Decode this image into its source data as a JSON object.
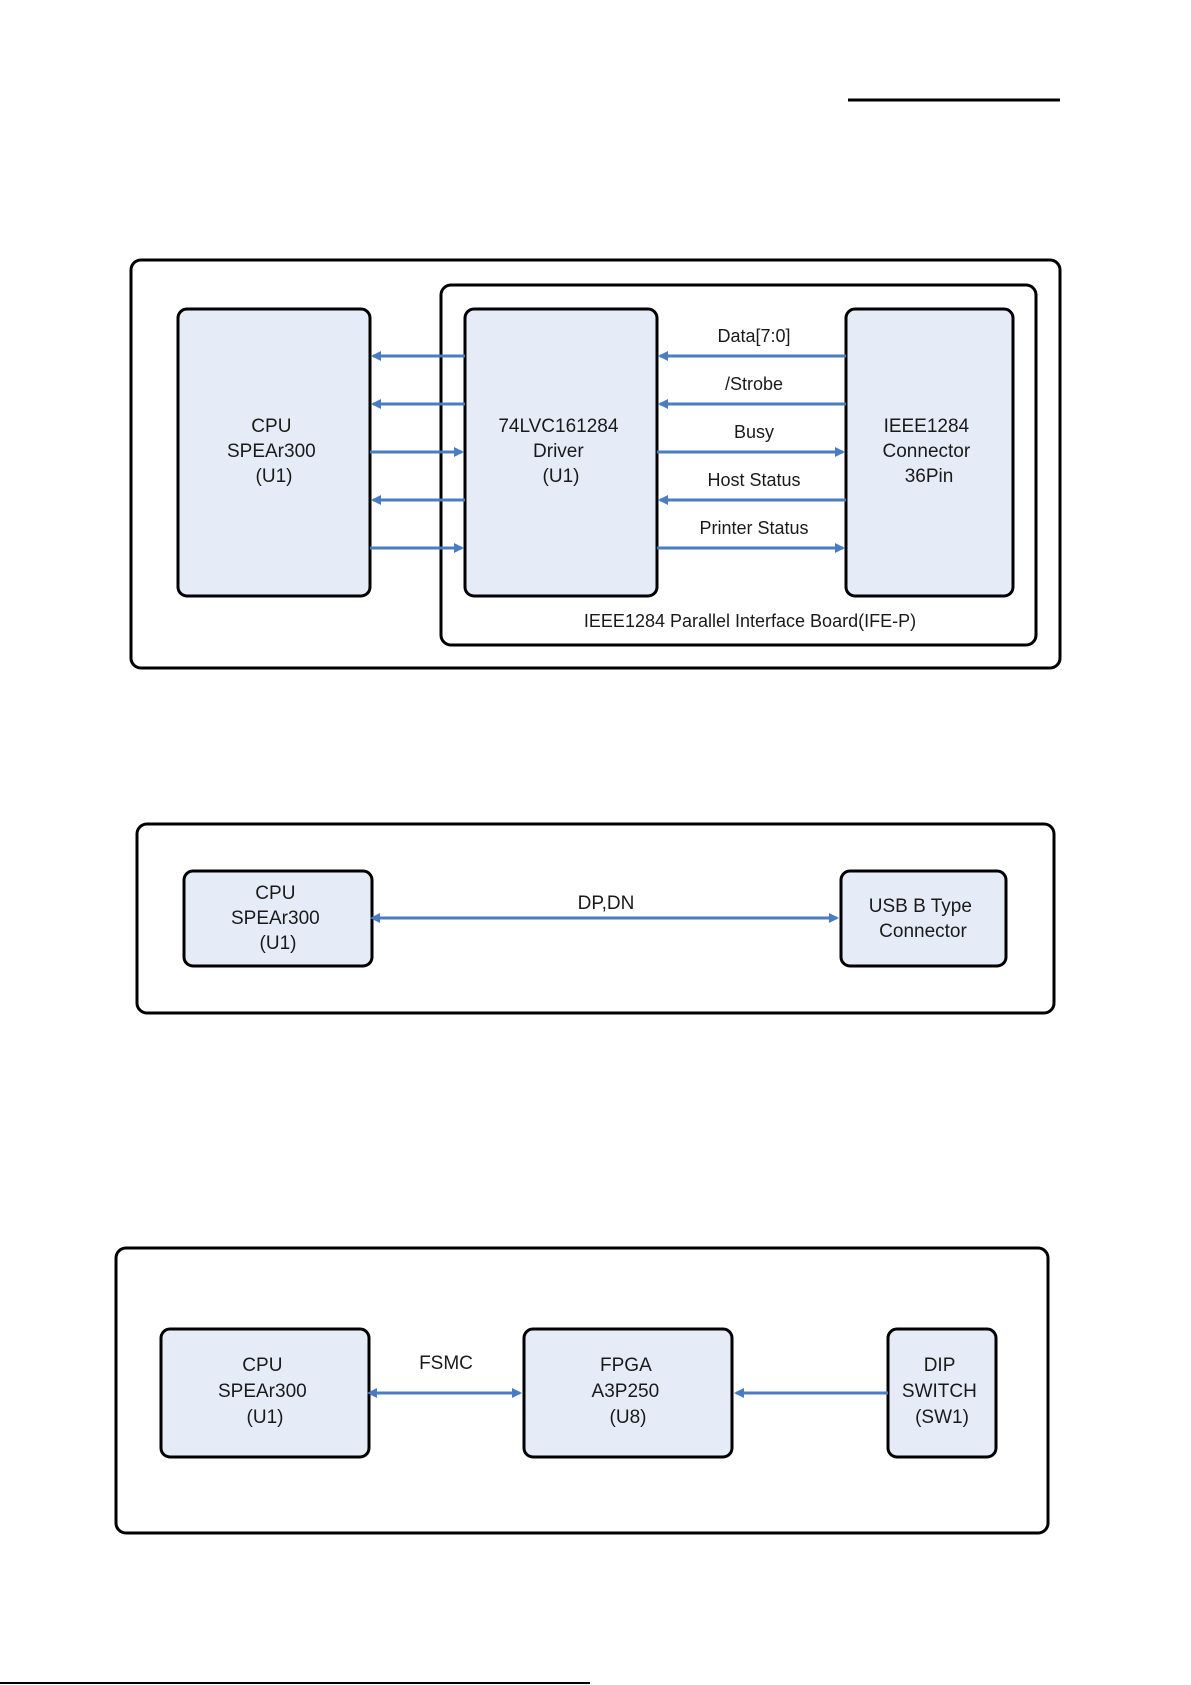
{
  "diagrams": {
    "parallel": {
      "cpu": [
        "CPU",
        "SPEAr300",
        "(U1)"
      ],
      "driver": [
        "74LVC161284",
        "Driver",
        "(U1)"
      ],
      "connector": [
        "IEEE1284",
        "Connector",
        "36Pin"
      ],
      "signals": [
        "Data[7:0]",
        "/Strobe",
        "Busy",
        "Host Status",
        "Printer Status"
      ],
      "board_label": "IEEE1284 Parallel Interface Board(IFE-P)"
    },
    "usb": {
      "cpu": [
        "CPU",
        "SPEAr300",
        "(U1)"
      ],
      "connector": [
        "USB B Type",
        "Connector"
      ],
      "signal": "DP,DN"
    },
    "fpga": {
      "cpu": [
        "CPU",
        "SPEAr300",
        "(U1)"
      ],
      "fpga": [
        "FPGA",
        "A3P250",
        "(U8)"
      ],
      "dip": [
        "DIP",
        "SWITCH",
        "(SW1)"
      ],
      "signal": "FSMC"
    }
  }
}
